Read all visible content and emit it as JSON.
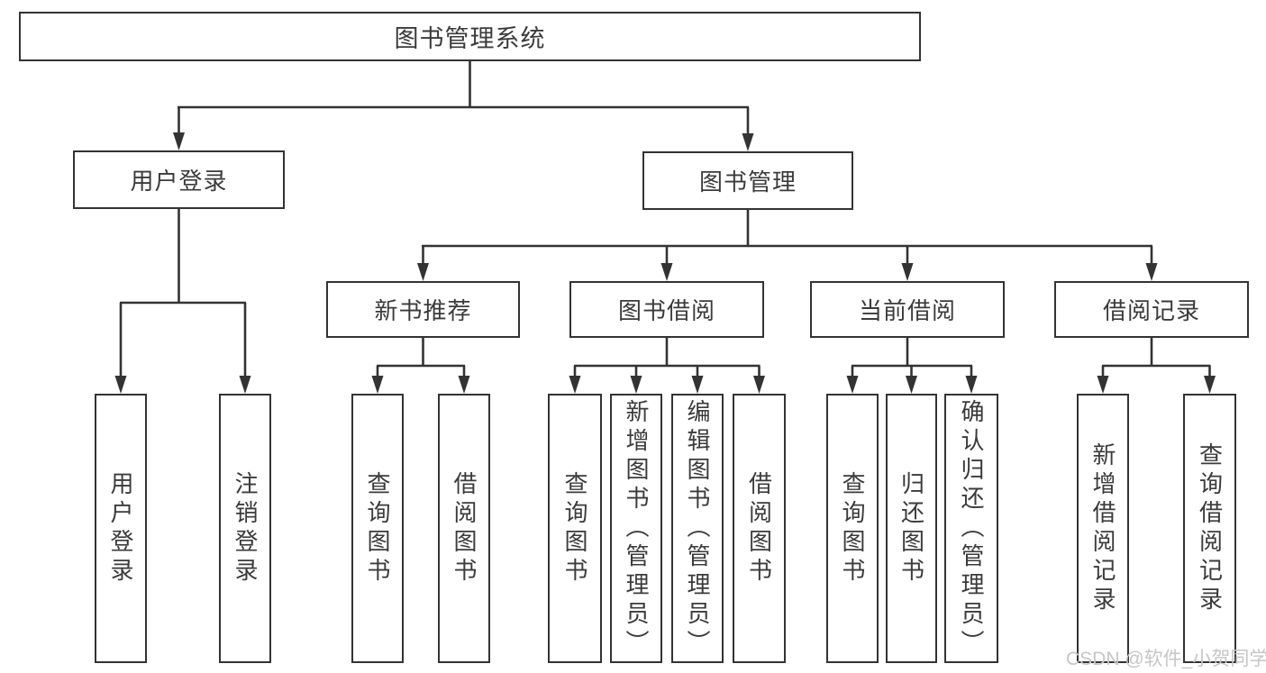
{
  "diagram": {
    "title": "图书管理系统",
    "root": {
      "label": "图书管理系统"
    },
    "branches": [
      {
        "label": "用户登录",
        "children": [
          {
            "label": "用户登录"
          },
          {
            "label": "注销登录"
          }
        ]
      },
      {
        "label": "图书管理",
        "children": [
          {
            "label": "新书推荐",
            "children": [
              {
                "label": "查询图书"
              },
              {
                "label": "借阅图书"
              }
            ]
          },
          {
            "label": "图书借阅",
            "children": [
              {
                "label": "查询图书"
              },
              {
                "label": "新增图书（管理员）"
              },
              {
                "label": "编辑图书（管理员）"
              },
              {
                "label": "借阅图书"
              }
            ]
          },
          {
            "label": "当前借阅",
            "children": [
              {
                "label": "查询图书"
              },
              {
                "label": "归还图书"
              },
              {
                "label": "确认归还（管理员）"
              }
            ]
          },
          {
            "label": "借阅记录",
            "children": [
              {
                "label": "新增借阅记录"
              },
              {
                "label": "查询借阅记录"
              }
            ]
          }
        ]
      }
    ]
  },
  "watermark": {
    "text": "CSDN @软件_小贺同学"
  },
  "colors": {
    "line": "#333333",
    "text": "#3b3b3b",
    "watermark": "#c6c6c6",
    "background": "#ffffff"
  }
}
